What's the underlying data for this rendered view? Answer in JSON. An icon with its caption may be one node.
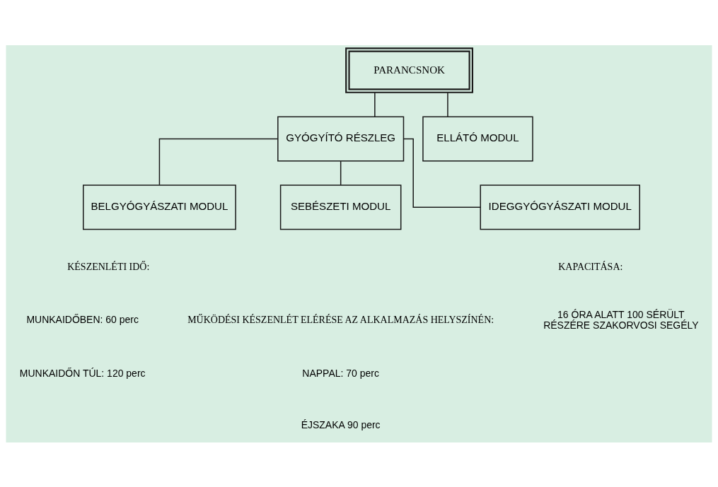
{
  "diagram": {
    "nodes": [
      {
        "text": [
          "PARANCSNOK"
        ]
      },
      {
        "text": [
          "GYÓGYÍTÓ RÉSZLEG"
        ]
      },
      {
        "text": [
          "ELLÁTÓ MODUL"
        ]
      },
      {
        "text": [
          "BELGYÓGYÁSZATI MODUL"
        ]
      },
      {
        "text": [
          "SEBÉSZETI MODUL"
        ]
      },
      {
        "text": [
          "IDEGGYÓGYÁSZATI MODUL"
        ]
      }
    ],
    "edges": [
      {
        "from": 0,
        "to": 1,
        "arrow": "none"
      },
      {
        "from": 0,
        "to": 2,
        "arrow": "none"
      },
      {
        "from": 1,
        "to": 3,
        "arrow": "none"
      },
      {
        "from": 1,
        "to": 4,
        "arrow": "none"
      },
      {
        "from": 1,
        "to": 5,
        "arrow": "none"
      }
    ],
    "labels": [
      "KÉSZENLÉTI IDŐ:",
      "KAPACITÁSA:",
      "MUNKAIDŐBEN: 60 perc",
      "16 ÓRA ALATT 100 SÉRÜLT RÉSZÉRE SZAKORVOSI SEGÉLY",
      "MUNKAIDŐN TÚL: 120 perc",
      "MŰKÖDÉSI KÉSZENLÉT ELÉRÉSE AZ ALKALMAZÁS HELYSZÍNÉN:",
      "NAPPAL: 70 perc",
      "ÉJSZAKA 90 perc"
    ]
  }
}
